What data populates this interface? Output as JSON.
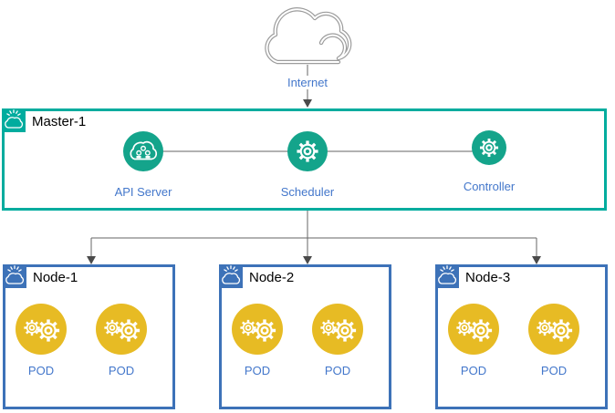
{
  "colors": {
    "master_border": "#00AC9E",
    "component_circle": "#14A48B",
    "node_border": "#3D72B8",
    "pod_circle": "#E7BB24",
    "label_text": "#4377CB",
    "title_text": "#000000",
    "line": "#666666",
    "arrowhead": "#4A4A4A",
    "cloud_outline": "#9C9C9C"
  },
  "internet": {
    "label": "Internet",
    "icon": "cloud-outline-icon"
  },
  "master": {
    "title": "Master-1",
    "header_icon": "cloud-sun-icon",
    "components": [
      {
        "label": "API Server",
        "icon": "cloud-service-icon"
      },
      {
        "label": "Scheduler",
        "icon": "gear-icon"
      },
      {
        "label": "Controller",
        "icon": "gear-icon"
      }
    ]
  },
  "nodes": [
    {
      "title": "Node-1",
      "header_icon": "cloud-sun-icon",
      "pods": [
        {
          "label": "POD",
          "icon": "gears-icon"
        },
        {
          "label": "POD",
          "icon": "gears-icon"
        }
      ]
    },
    {
      "title": "Node-2",
      "header_icon": "cloud-sun-icon",
      "pods": [
        {
          "label": "POD",
          "icon": "gears-icon"
        },
        {
          "label": "POD",
          "icon": "gears-icon"
        }
      ]
    },
    {
      "title": "Node-3",
      "header_icon": "cloud-sun-icon",
      "pods": [
        {
          "label": "POD",
          "icon": "gears-icon"
        },
        {
          "label": "POD",
          "icon": "gears-icon"
        }
      ]
    }
  ]
}
